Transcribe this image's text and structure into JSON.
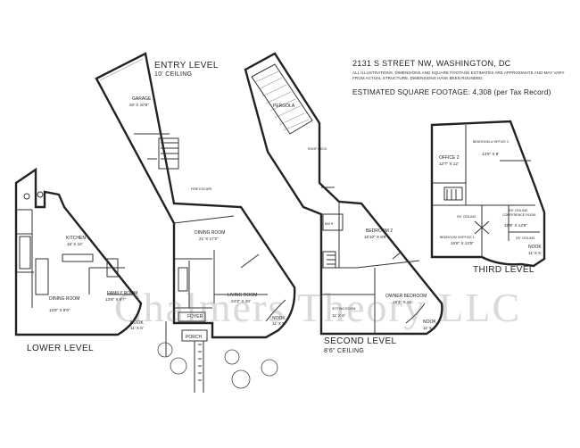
{
  "header": {
    "address": "2131 S STREET NW, WASHINGTON, DC",
    "disclaimer": "ALL ILLUSTRATIONS, DIMENSIONS AND SQUARE FOOTAGE ESTIMATES ARE APPROXIMATE AND MAY VARY FROM ACTUAL STRUCTURE. DIMENSIONS HAVE BEEN ROUNDED.",
    "sqft": "ESTIMATED SQUARE FOOTAGE: 4,308 (per Tax Record)"
  },
  "levels": {
    "entry": {
      "title": "ENTRY LEVEL",
      "ceiling": "10' CEILING"
    },
    "lower": {
      "title": "LOWER LEVEL"
    },
    "second": {
      "title": "SECOND LEVEL",
      "ceiling": "8'6\" CEILING"
    },
    "third": {
      "title": "THIRD LEVEL"
    }
  },
  "rooms": {
    "garage": {
      "name": "GARAGE",
      "dim": "20' X 10'5\""
    },
    "dining_entry": {
      "name": "DINING ROOM",
      "dim": "21' X 17'2\""
    },
    "living": {
      "name": "LIVING ROOM",
      "dim": "24'3\" X 20'"
    },
    "nook_entry": {
      "name": "NOOK",
      "dim": "11' X 5'"
    },
    "foyer": {
      "name": "FOYER"
    },
    "porch": {
      "name": "PORCH"
    },
    "fire_escape": {
      "name": "FIRE ESCAPE"
    },
    "kitchen": {
      "name": "KITCHEN",
      "dim": "16' X 10'"
    },
    "dining_lower": {
      "name": "DINING ROOM",
      "dim": "13'8\" X 8'6\""
    },
    "family": {
      "name": "FAMILY ROOM",
      "dim": "13'6\" X 9'7\""
    },
    "nook_lower": {
      "name": "NOOK",
      "dim": "11' X 5'"
    },
    "pergola": {
      "name": "PERGOLA"
    },
    "roof_deck": {
      "name": "ROOF DECK"
    },
    "bath": {
      "name": "BATH"
    },
    "bedroom2": {
      "name": "BEDROOM 2",
      "dim": "15'10\" X 8'8\""
    },
    "owner": {
      "name": "OWNER BEDROOM",
      "dim": "19'4\" X 15'"
    },
    "sitting": {
      "name": "SITTING ROOM",
      "dim": "11' X 6'"
    },
    "nook_second": {
      "name": "NOOK",
      "dim": "11' X 4'"
    },
    "bedroom4": {
      "name": "BEDROOM 4/ OFFICE 3",
      "dim": "14'5\" X 8'"
    },
    "office2": {
      "name": "OFFICE 2",
      "dim": "12'7\" X 12'"
    },
    "conference": {
      "name": "CONFERENCE ROOM",
      "dim": "15'9\" X 12'8\""
    },
    "bedroom3": {
      "name": "BEDROOM 3/OFFICE 1",
      "dim": "15'6\" X 12'5\""
    },
    "nook_third": {
      "name": "NOOK",
      "dim": "11' X 5'"
    },
    "ceil_a": {
      "name": "9'6\" CEILING"
    },
    "ceil_b": {
      "name": "9'6\" CEILING"
    },
    "ceil_c": {
      "name": "9'6\" CEILING"
    }
  },
  "watermark": "Chalmers Theory LLC"
}
